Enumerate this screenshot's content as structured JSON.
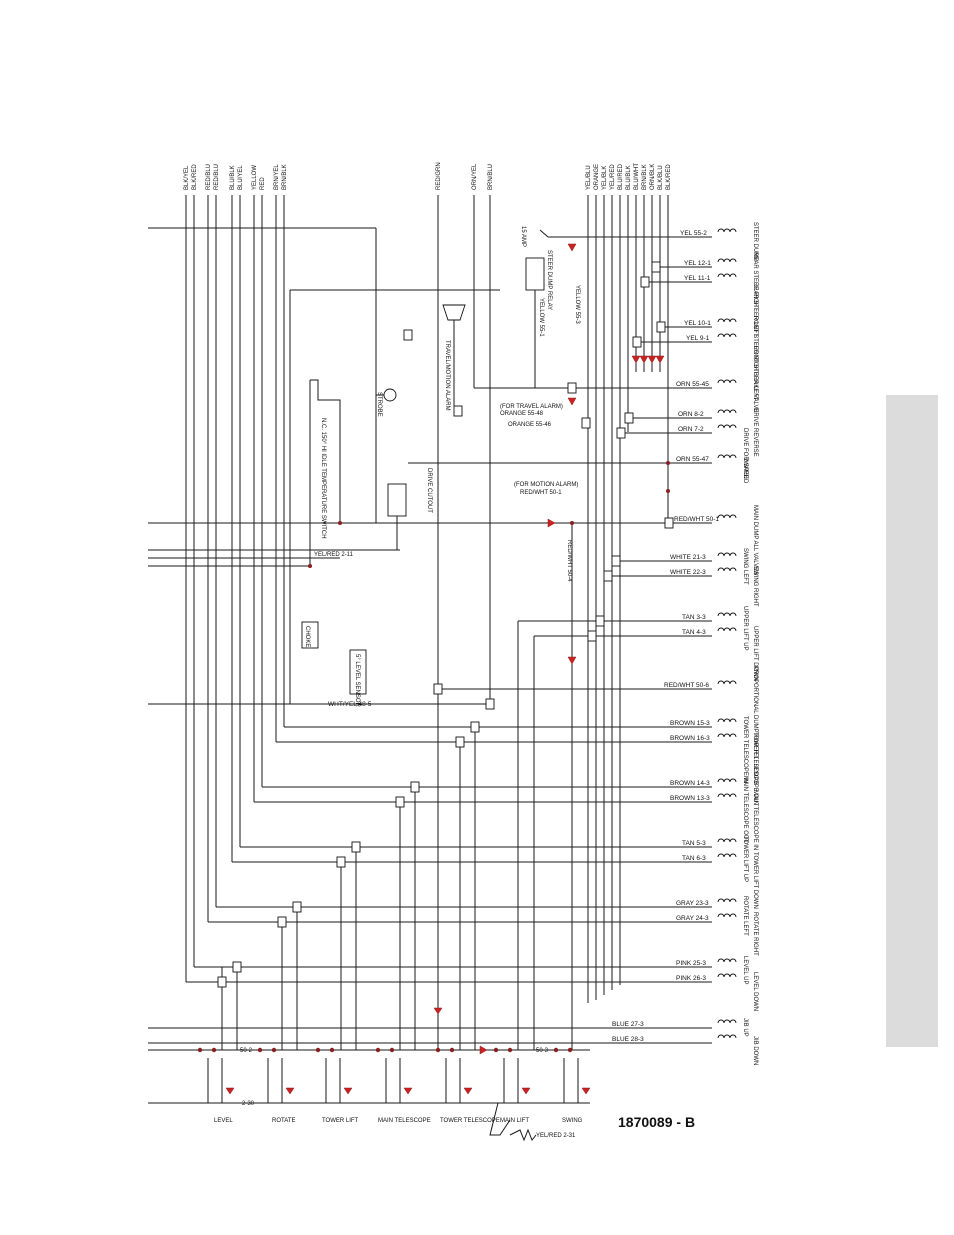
{
  "document_number": "1870089 - B",
  "top_wire_labels": [
    "BLK/YEL",
    "BLK/RED",
    "RED/BLU",
    "RED/BLU",
    "BLU/BLK",
    "BLU/YEL",
    "YELLOW",
    "RED",
    "BRN/YEL",
    "BRN/BLK",
    "RED/GRN",
    "ORN/YEL",
    "BRN/BLU",
    "YEL/BLU",
    "ORANGE",
    "YEL/BLK",
    "YEL/RED",
    "BLU/RED",
    "BLU/BLK",
    "BLU/WHT",
    "BRN/BLK",
    "ORN/BLK",
    "BLK/BLU",
    "BLK/RED"
  ],
  "harness_wires": [
    {
      "label": "YEL 55-2",
      "device": "STEER DUMP"
    },
    {
      "label": "YEL 12-1",
      "device": "REAR STEER RIGHT"
    },
    {
      "label": "YEL 11-1",
      "device": "REAR STEER LEFT"
    },
    {
      "label": "YEL 10-1",
      "device": "FRONT STEER RIGHT"
    },
    {
      "label": "YEL 9-1",
      "device": "FRONT STEER LEFT"
    },
    {
      "label": "ORN 55-45",
      "device": "BRAKE VALVE"
    },
    {
      "label": "ORN 8-2",
      "device": "DRIVE REVERSE"
    },
    {
      "label": "ORN 7-2",
      "device": "DRIVE FORWARD"
    },
    {
      "label": "ORN 55-47",
      "device": "2 SPEED"
    },
    {
      "label": "RED/WHT 50-1",
      "device": "MAIN DUMP ALL VALVES"
    },
    {
      "label": "WHITE 21-3",
      "device": "SWING LEFT"
    },
    {
      "label": "WHITE 22-3",
      "device": "SWING RIGHT"
    },
    {
      "label": "TAN 3-3",
      "device": "UPPER LIFT UP"
    },
    {
      "label": "TAN 4-3",
      "device": "UPPER LIFT DOWN"
    },
    {
      "label": "RED/WHT 50-6",
      "device": "PROPORTIONAL DUMP FOR TELESCOPE"
    },
    {
      "label": "BROWN 15-3",
      "device": "TOWER TELESCOPE IN"
    },
    {
      "label": "BROWN 16-3",
      "device": "TOWER TELESCOPE OUT"
    },
    {
      "label": "BROWN 14-3",
      "device": "MAIN TELESCOPE OUT"
    },
    {
      "label": "BROWN 13-3",
      "device": "MAIN TELESCOPE IN"
    },
    {
      "label": "TAN 5-3",
      "device": "TOWER LIFT UP"
    },
    {
      "label": "TAN 6-3",
      "device": "TOWER LIFT DOWN"
    },
    {
      "label": "GRAY 23-3",
      "device": "ROTATE LEFT"
    },
    {
      "label": "GRAY 24-3",
      "device": "ROTATE RIGHT"
    },
    {
      "label": "PINK 25-3",
      "device": "LEVEL UP"
    },
    {
      "label": "PINK 26-3",
      "device": "LEVEL DOWN"
    },
    {
      "label": "BLUE 27-3",
      "device": "JIB UP"
    },
    {
      "label": "BLUE 28-3",
      "device": "JIB DOWN"
    }
  ],
  "annotations": {
    "steer_dump_relay": "STEER DUMP RELAY",
    "yellow_55_3": "YELLOW 55-3",
    "yellow_55_1": "YELLOW 55-1",
    "travel_alarm_note": "(FOR TRAVEL ALARM)",
    "orange_55_48": "ORANGE 55-48",
    "orange_55_46": "ORANGE 55-46",
    "motion_alarm_note": "(FOR MOTION ALARM)",
    "red_wht_50_1_mid": "RED/WHT 50-1",
    "travel_motion_alarm": "TRAVEL/MOTION ALARM",
    "strobe": "STROBE",
    "temp_switch": "N.C. 150° HI IDLE TEMPERATURE SWITCH",
    "drive_cutout": "DRIVE CUTOUT",
    "yel_red_2_11": "YEL/RED 2-11",
    "choke": "CHOKE",
    "level_sensor": "5° LEVEL SENSOR",
    "red_wht_50_4": "RED/WHT 50-4",
    "wht_yel_48_5": "WHT/YEL 48-5",
    "fuse": "15 AMP",
    "yel_red_2_30": "2-30",
    "yel_red_2_31": "YEL/RED 2-31",
    "wire_50_2": "50-2",
    "wire_50_3": "50-3"
  },
  "bottom_switches": [
    "LEVEL",
    "ROTATE",
    "TOWER LIFT",
    "MAIN TELESCOPE",
    "TOWER TELESCOPE",
    "MAIN LIFT",
    "SWING"
  ],
  "colors": {
    "junction": "#8b1e1e",
    "diode": "#cc2222",
    "side_tab": "#dcdcdc"
  }
}
